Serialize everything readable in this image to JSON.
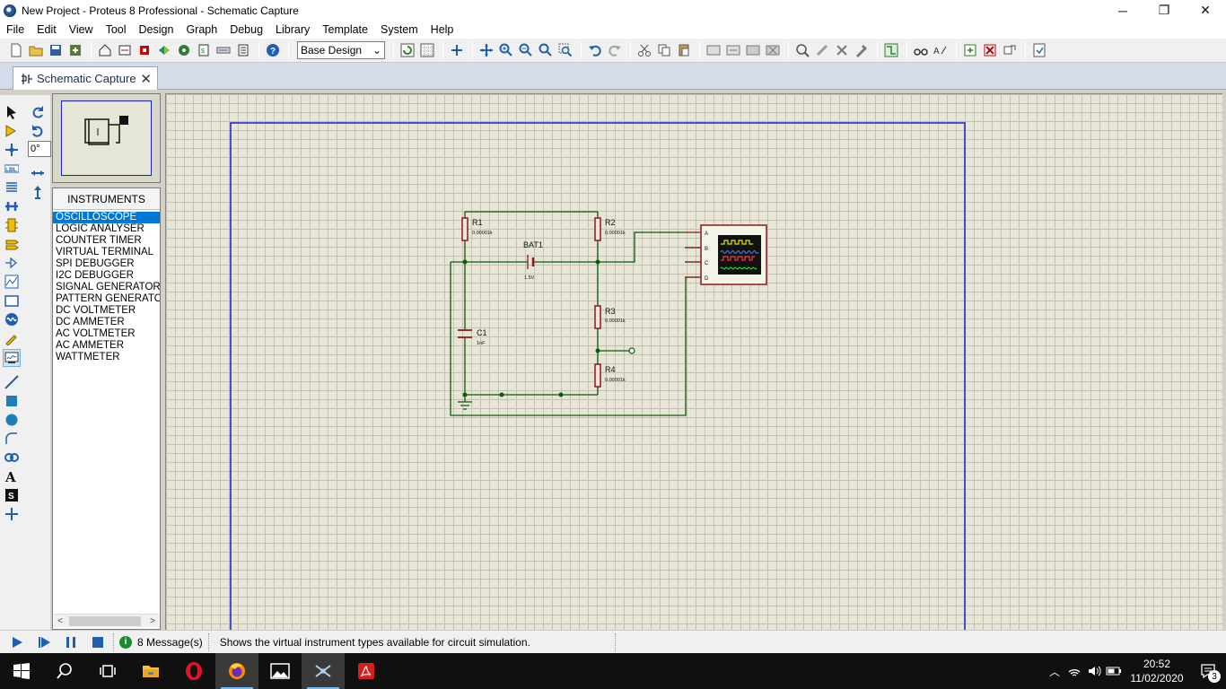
{
  "window": {
    "title": "New Project - Proteus 8 Professional - Schematic Capture",
    "controls": {
      "minimize": "─",
      "restore": "❐",
      "close": "✕"
    }
  },
  "menu": [
    "File",
    "Edit",
    "View",
    "Tool",
    "Design",
    "Graph",
    "Debug",
    "Library",
    "Template",
    "System",
    "Help"
  ],
  "toolbar": {
    "design_select": "Base Design"
  },
  "tab": {
    "label": "Schematic Capture",
    "close": "✕"
  },
  "left_panel": {
    "angle": "0°",
    "instruments_title": "INSTRUMENTS",
    "instruments": [
      "OSCILLOSCOPE",
      "LOGIC ANALYSER",
      "COUNTER TIMER",
      "VIRTUAL TERMINAL",
      "SPI DEBUGGER",
      "I2C DEBUGGER",
      "SIGNAL GENERATOR",
      "PATTERN GENERATOR",
      "DC VOLTMETER",
      "DC AMMETER",
      "AC VOLTMETER",
      "AC AMMETER",
      "WATTMETER"
    ],
    "selected_instrument": "OSCILLOSCOPE"
  },
  "schematic": {
    "components": {
      "r1": {
        "ref": "R1",
        "value": "0.00001k"
      },
      "r2": {
        "ref": "R2",
        "value": "0.00001k"
      },
      "r3": {
        "ref": "R3",
        "value": "0.00001k"
      },
      "r4": {
        "ref": "R4",
        "value": "0.00001k"
      },
      "bat1": {
        "ref": "BAT1",
        "value": "1.5V"
      },
      "c1": {
        "ref": "C1",
        "value": "1nF"
      }
    },
    "scope_channels": [
      "A",
      "B",
      "C",
      "D"
    ],
    "colors": {
      "wire": "#0d5a0d",
      "component": "#8b1a1a",
      "border": "#1b1bd0",
      "scope_bg": "#f4f4e8"
    }
  },
  "status": {
    "messages": "8 Message(s)",
    "text": "Shows the virtual instrument types available for circuit simulation."
  },
  "taskbar": {
    "time": "20:52",
    "date": "11/02/2020",
    "notifications": "3"
  }
}
